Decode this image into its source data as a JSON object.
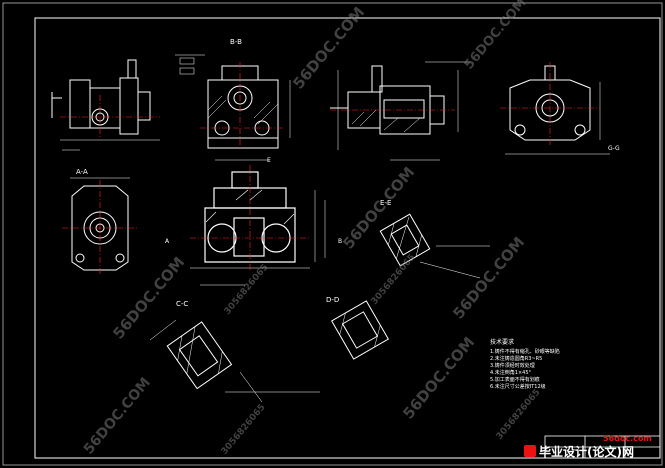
{
  "drawing": {
    "section_labels": {
      "a_a": "A-A",
      "b_b": "B-B",
      "c_c": "C-C",
      "d_d": "D-D",
      "e_e": "E-E",
      "g_g": "G-G"
    },
    "markers": {
      "e": "E",
      "a": "A",
      "b": "B"
    },
    "notes_title": "技术要求",
    "notes": [
      "1.铸件不得有缩孔、砂眼等缺陷",
      "2.未注铸造圆角R3~R5",
      "3.铸件须经时效处理",
      "4.未注倒角1×45°",
      "5.加工表面不得有划痕",
      "6.未注尺寸公差按IT12级"
    ]
  },
  "watermark": {
    "site": "56DOC.COM",
    "phone": "3056826065"
  },
  "brand": {
    "site_small": "56doc.com",
    "main_text": "毕业设计(论文)网"
  },
  "colors": {
    "background": "#000000",
    "line": "#ffffff",
    "center": "#ff2020",
    "dim": "#ffffff",
    "border": "#d9d9d9"
  }
}
